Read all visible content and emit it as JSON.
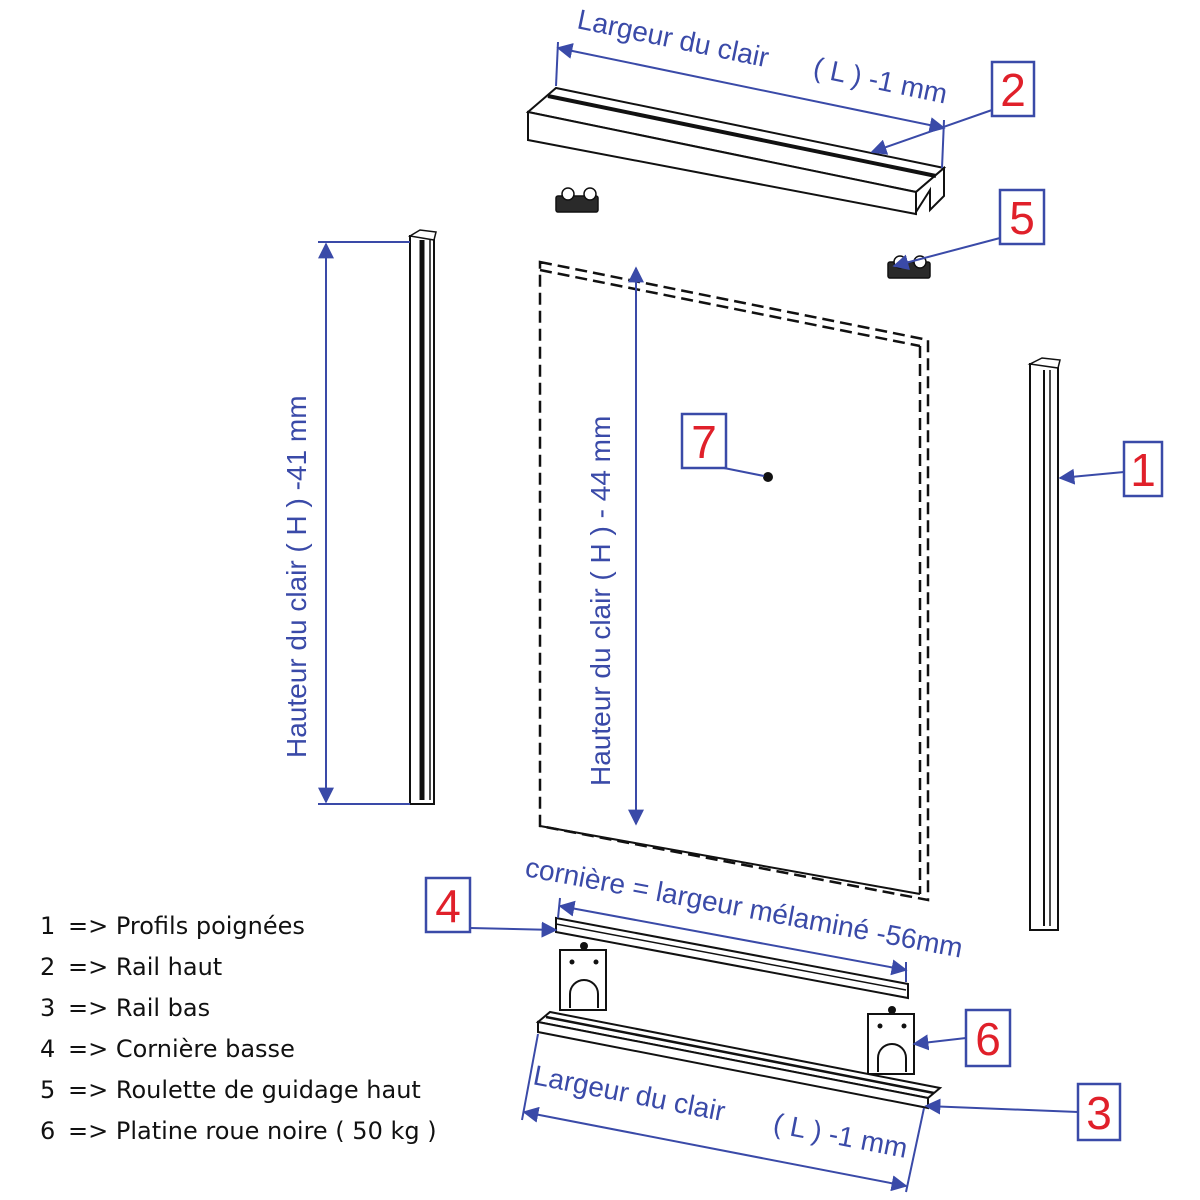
{
  "dimensions": {
    "top_width_label": "Largeur du clair",
    "top_width_formula": "( L ) -1 mm",
    "bottom_width_label": "Largeur du clair",
    "bottom_width_formula": "( L ) -1 mm",
    "left_height": "Hauteur du clair   ( H ) -41 mm",
    "center_height": "Hauteur du clair   ( H ) - 44 mm",
    "angle_width": "cornière = largeur mélaminé -56mm"
  },
  "callouts": {
    "c1": "1",
    "c2": "2",
    "c3": "3",
    "c4": "4",
    "c5": "5",
    "c6": "6",
    "c7": "7"
  },
  "legend": [
    {
      "num": "1",
      "text": "=> Profils poignées"
    },
    {
      "num": "2",
      "text": "=> Rail haut"
    },
    {
      "num": "3",
      "text": "=> Rail bas"
    },
    {
      "num": "4",
      "text": "=> Cornière basse"
    },
    {
      "num": "5",
      "text": "=> Roulette de guidage haut"
    },
    {
      "num": "6",
      "text": "=> Platine roue noire ( 50 kg )"
    }
  ],
  "colors": {
    "dimension_blue": "#3a4aa8",
    "callout_red": "#e0202a",
    "outline": "#111111"
  }
}
